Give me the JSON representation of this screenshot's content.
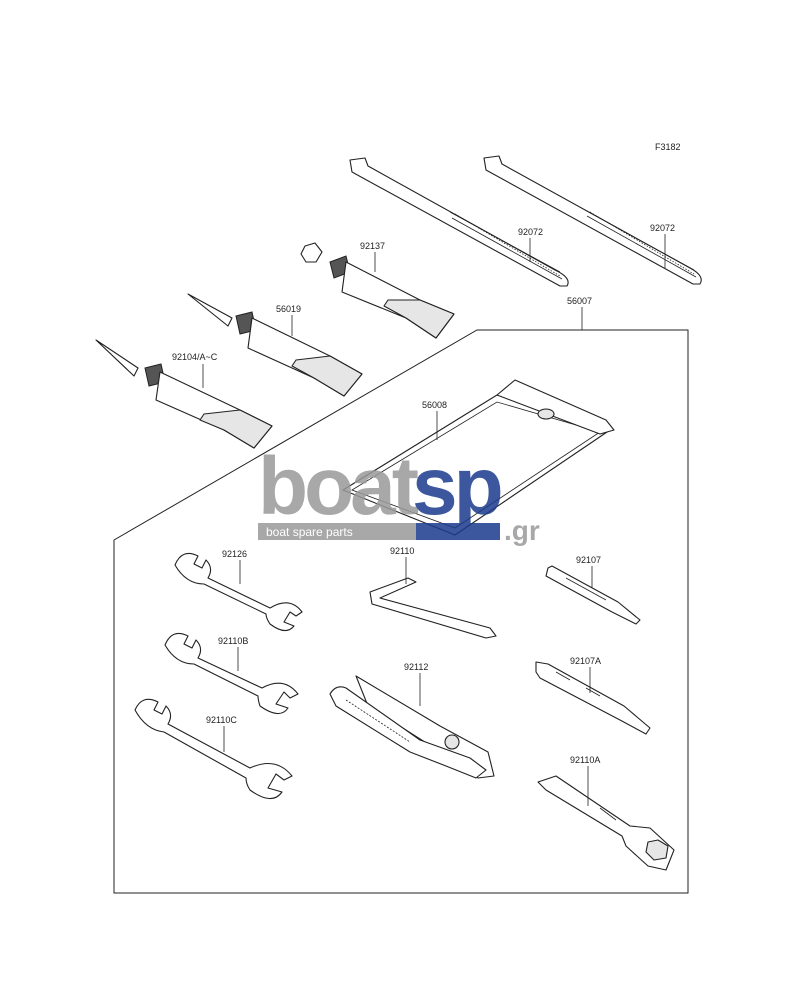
{
  "figure_code": "F3182",
  "parts": {
    "tie_a": "92072",
    "tie_b": "92072",
    "grease_top": "92137",
    "tube_mid": "56019",
    "tube_low": "92104/A~C",
    "tool_kit": "56007",
    "tool_bag": "56008",
    "wrench_1": "92126",
    "wrench_2": "92110B",
    "wrench_3": "92110C",
    "hex_key": "92110",
    "pliers": "92112",
    "screwdriver": "92107",
    "screwdriver_2": "92107A",
    "box_wrench": "92110A"
  },
  "watermark": {
    "logo_text_a": "boat",
    "logo_text_b": "sp",
    "logo_suffix": ".gr",
    "tagline": "boat spare parts",
    "color_gray": "#9a9a9a",
    "color_blue": "#1b3a8c"
  }
}
